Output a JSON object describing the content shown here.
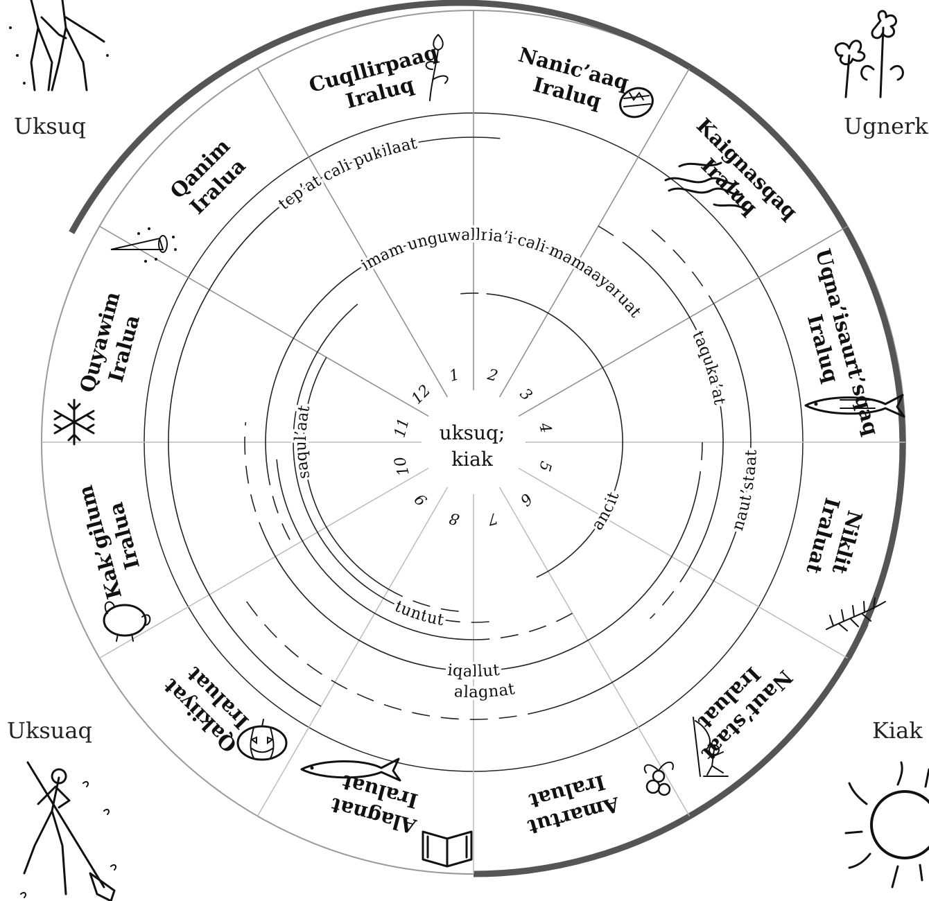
{
  "center_label": {
    "line1": "uksuq;",
    "line2": "kiak"
  },
  "seasons": [
    {
      "id": "uksuq",
      "label": "Uksuq",
      "icon": "dancing-couple-icon"
    },
    {
      "id": "ugnerkaq",
      "label": "Ugnerk",
      "icon": "flowers-icon"
    },
    {
      "id": "uksuaq",
      "label": "Uksuaq",
      "icon": "leaf-raker-icon"
    },
    {
      "id": "kiak",
      "label": "Kiak",
      "icon": "sun-icon"
    }
  ],
  "months": [
    {
      "num": "1",
      "line1": "Cuqllirpaaq",
      "line2": "Iraluq",
      "icon": "noisemaker-horn-icon"
    },
    {
      "num": "2",
      "line1": "Nanic’aaq",
      "line2": "Iraluq",
      "icon": "rose-icon"
    },
    {
      "num": "3",
      "line1": "Kaignasqaq",
      "line2": "Iraluq",
      "icon": "easter-egg-icon"
    },
    {
      "num": "4",
      "line1": "Uqna’isaurt’sqaq",
      "line2": "Iraluq",
      "icon": "melting-water-icon"
    },
    {
      "num": "5",
      "line1": "Niklit",
      "line2": "Iraluat",
      "icon": "fish-icon"
    },
    {
      "num": "6",
      "line1": "Naut’staat",
      "line2": "Iraluat",
      "icon": "grass-icon"
    },
    {
      "num": "7",
      "line1": "Amartut",
      "line2": "Iraluat",
      "icon": "fisherman-icon"
    },
    {
      "num": "8",
      "line1": "Alagnat",
      "line2": "Iraluat",
      "icon": "berries-icon"
    },
    {
      "num": "9",
      "line1": "Qakiiyat",
      "line2": "Iraluat",
      "icon": "book-icon"
    },
    {
      "num": "10",
      "line1": "Kak’gilum",
      "line2": "Iralua",
      "icon": "pumpkin-icon"
    },
    {
      "num": "11",
      "line1": "Quyawim",
      "line2": "Iralua",
      "icon": "turkey-icon"
    },
    {
      "num": "12",
      "line1": "Qanim",
      "line2": "Iralua",
      "icon": "snowflake-icon"
    }
  ],
  "activities": [
    {
      "id": "tep-at",
      "label": "tep’at cali pukilaat"
    },
    {
      "id": "imam",
      "label": "imam unguwallria’i cali mamaayaruat"
    },
    {
      "id": "taquka-at",
      "label": "taquka’at"
    },
    {
      "id": "naut-staat",
      "label": "naut’staat"
    },
    {
      "id": "iqallut",
      "label": "iqallut"
    },
    {
      "id": "alagnat",
      "label": "alagnat"
    },
    {
      "id": "ancit",
      "label": "ancit"
    },
    {
      "id": "tuntut",
      "label": "tuntut"
    },
    {
      "id": "saqul-aat",
      "label": "saqul’aat"
    }
  ]
}
